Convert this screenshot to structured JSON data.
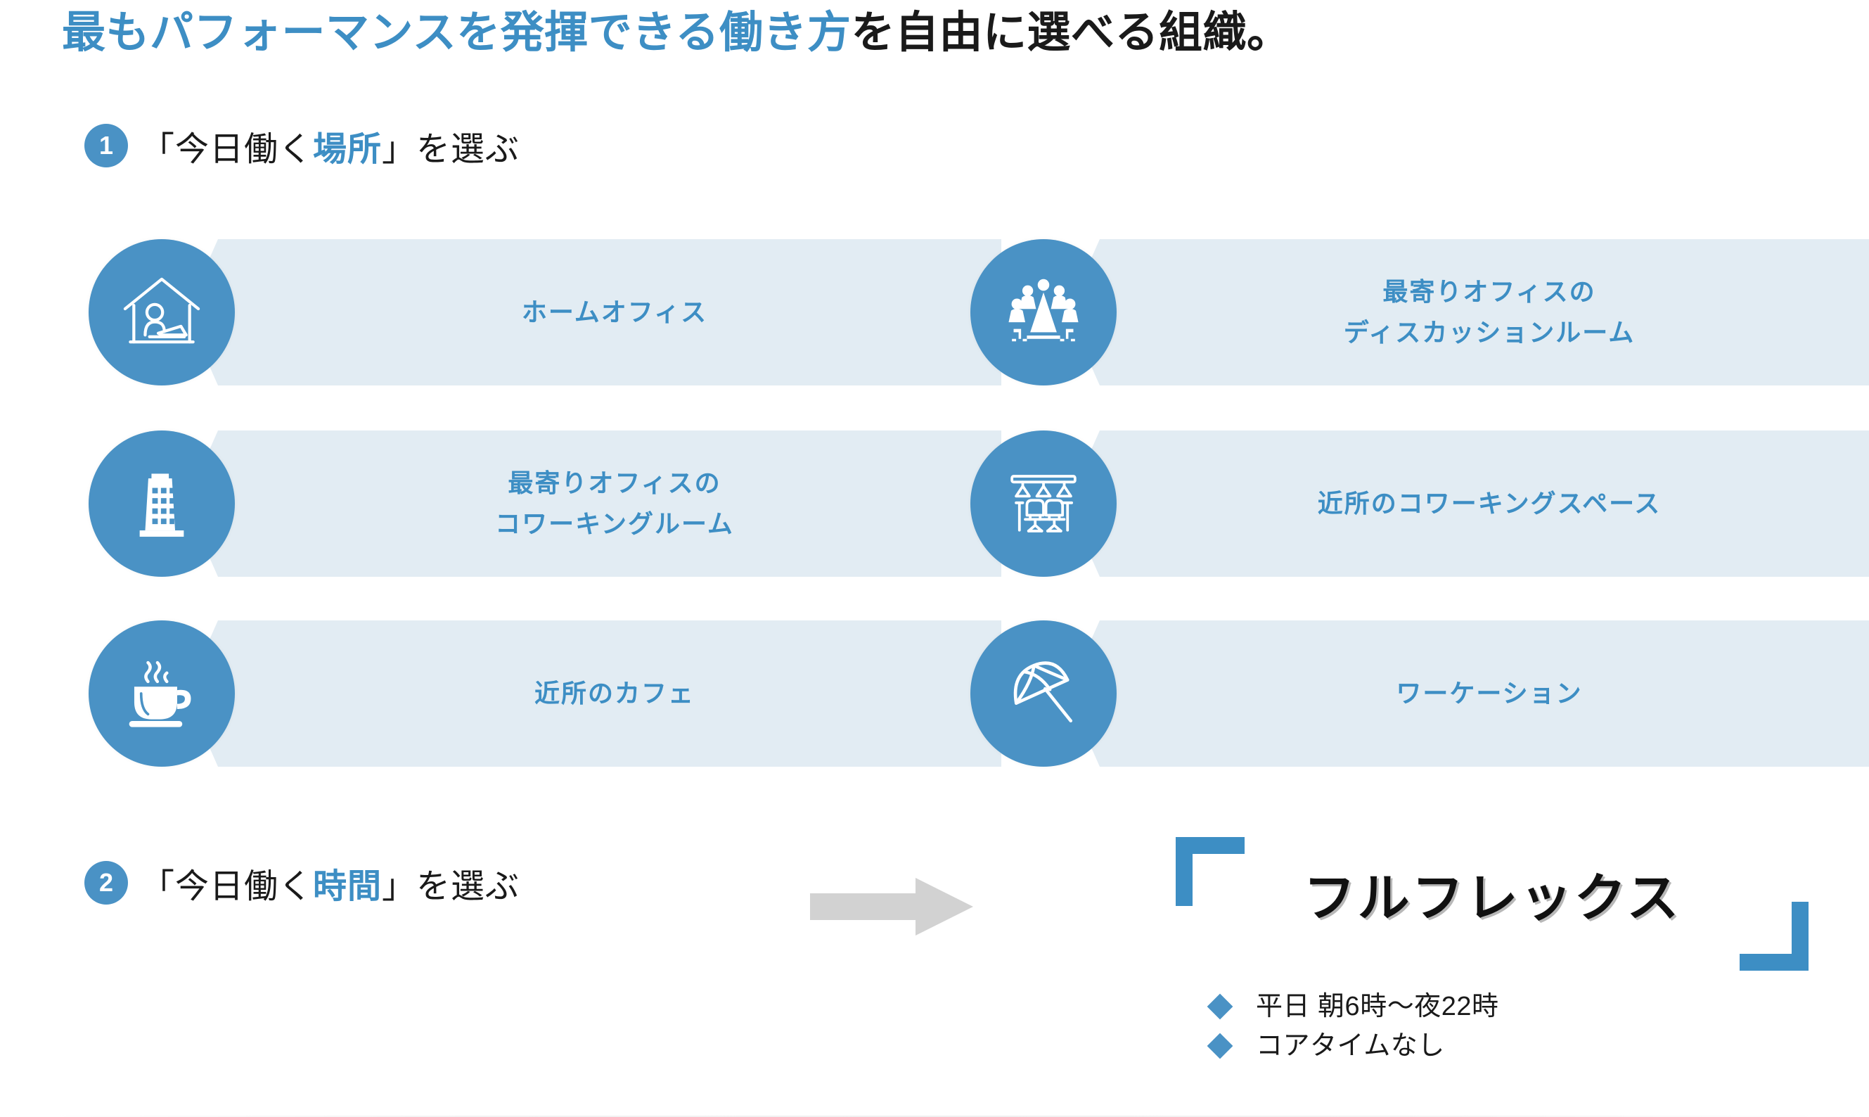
{
  "heading": {
    "highlight": "最もパフォーマンスを発揮できる働き方",
    "rest": "を自由に選べる組織。"
  },
  "steps": [
    {
      "number": "1",
      "prefix": "「今日働く",
      "highlight": "場所",
      "suffix": "」を選ぶ"
    },
    {
      "number": "2",
      "prefix": "「今日働く",
      "highlight": "時間",
      "suffix": "」を選ぶ"
    }
  ],
  "place_cards": [
    {
      "icon": "home-office-icon",
      "label": "ホームオフィス",
      "column": "left",
      "row": 1
    },
    {
      "icon": "discussion-room-icon",
      "label": "最寄りオフィスの\nディスカッションルーム",
      "column": "right",
      "row": 1
    },
    {
      "icon": "office-building-icon",
      "label": "最寄りオフィスの\nコワーキングルーム",
      "column": "left",
      "row": 2
    },
    {
      "icon": "coworking-desks-icon",
      "label": "近所のコワーキングスペース",
      "column": "right",
      "row": 2
    },
    {
      "icon": "coffee-cup-icon",
      "label": "近所のカフェ",
      "column": "left",
      "row": 3
    },
    {
      "icon": "beach-umbrella-icon",
      "label": "ワーケーション",
      "column": "right",
      "row": 3
    }
  ],
  "flex": {
    "title": "フルフレックス",
    "bullets": [
      "平日 朝6時〜夜22時",
      "コアタイムなし"
    ]
  },
  "colors": {
    "accent_blue": "#4a92c5",
    "text_blue": "#3d8ec4",
    "card_bg": "#e2ecf3",
    "highlight_underline": "#d6e6f1",
    "arrow_gray": "#d2d2d2",
    "body_text": "#1a1a1a"
  }
}
